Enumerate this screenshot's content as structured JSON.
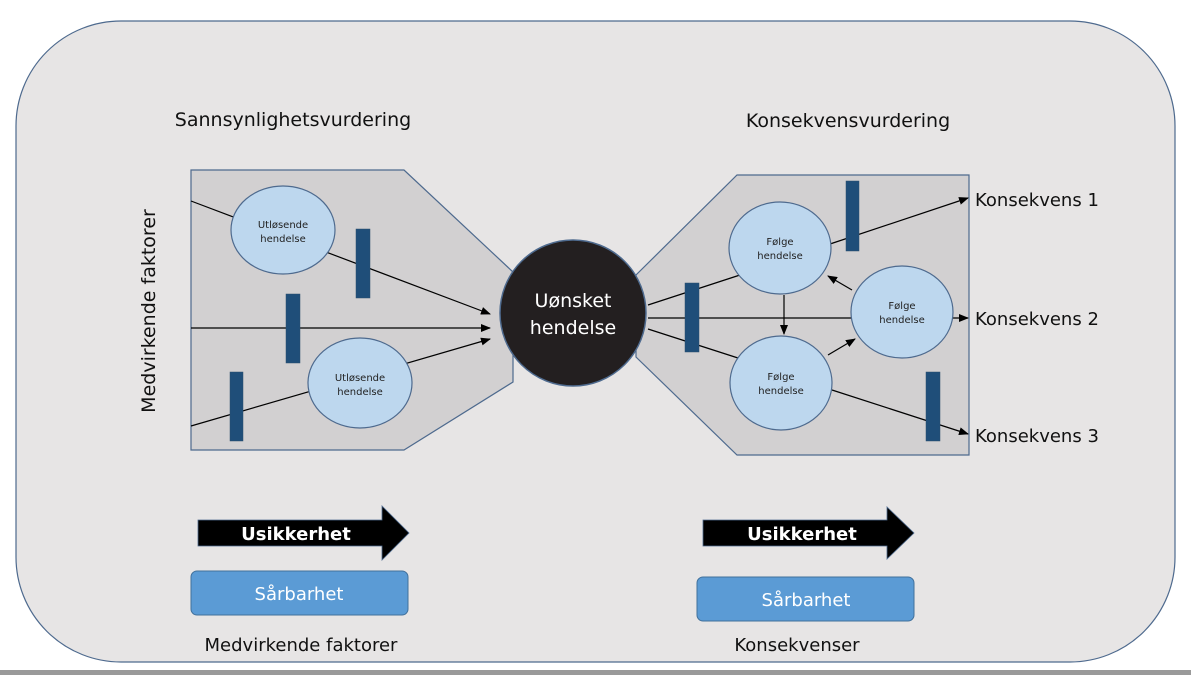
{
  "diagram": {
    "type": "bowtie",
    "colors": {
      "background": "#e7e5e5",
      "panel": "#d2d0d1",
      "border": "#4e6a8e",
      "bubble_fill": "#bdd7ee",
      "barrier": "#1f4e79",
      "center_fill": "#231f20",
      "arrow_shape": "#000000",
      "vulnerability_box": "#5b9bd5",
      "bottom_bar": "#9a9a9a"
    },
    "left": {
      "heading": "Sannsynlighetsvurdering",
      "side_label": "Medvirkende faktorer",
      "events": [
        {
          "label_line1": "Utløsende",
          "label_line2": "hendelse"
        },
        {
          "label_line1": "Utløsende",
          "label_line2": "hendelse"
        }
      ],
      "uncertainty_arrow": "Usikkerhet",
      "vulnerability_box": "Sårbarhet",
      "footer": "Medvirkende faktorer"
    },
    "center": {
      "label_line1": "Uønsket",
      "label_line2": "hendelse"
    },
    "right": {
      "heading": "Konsekvensvurdering",
      "events": [
        {
          "label_line1": "Følge",
          "label_line2": "hendelse"
        },
        {
          "label_line1": "Følge",
          "label_line2": "hendelse"
        },
        {
          "label_line1": "Følge",
          "label_line2": "hendelse"
        }
      ],
      "consequences": [
        "Konsekvens 1",
        "Konsekvens 2",
        "Konsekvens 3"
      ],
      "uncertainty_arrow": "Usikkerhet",
      "vulnerability_box": "Sårbarhet",
      "footer": "Konsekvenser"
    }
  }
}
